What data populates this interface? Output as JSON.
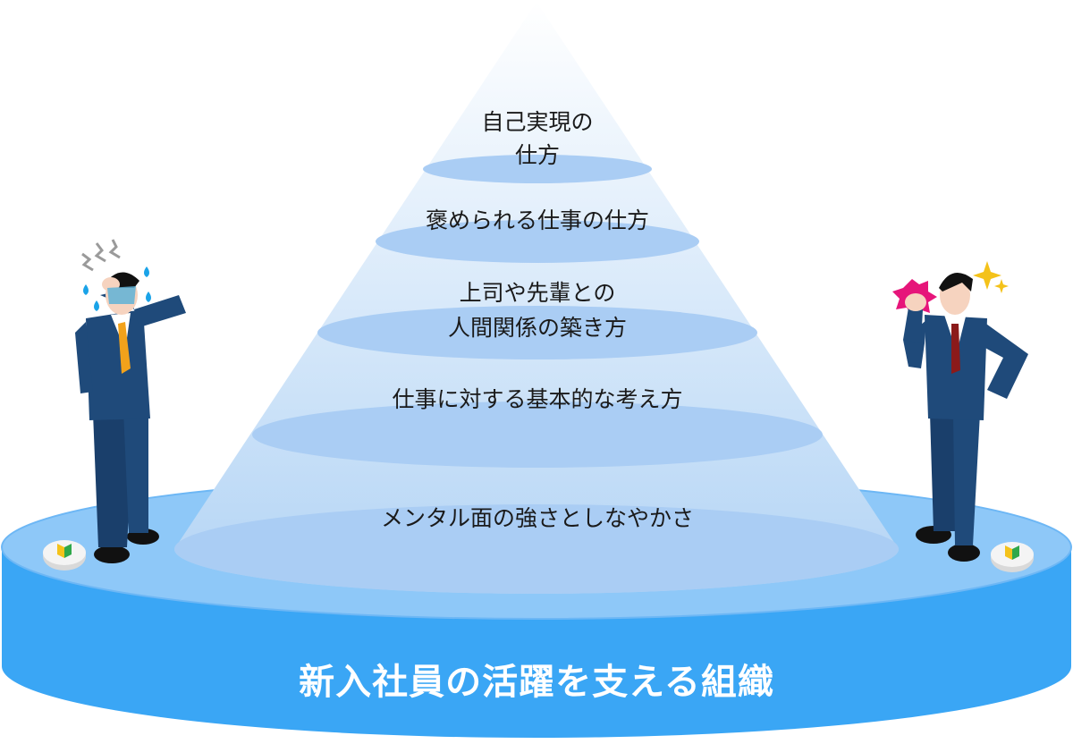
{
  "pyramid": {
    "layers": [
      {
        "lines": [
          "自己実現の",
          "仕方"
        ]
      },
      {
        "lines": [
          "褒められる仕事の仕方"
        ]
      },
      {
        "lines": [
          "上司や先輩との",
          "人間関係の築き方"
        ]
      },
      {
        "lines": [
          "仕事に対する基本的な考え方"
        ]
      },
      {
        "lines": [
          "メンタル面の強さとしなやかさ"
        ]
      }
    ]
  },
  "base": {
    "title": "新入社員の活躍を支える組織"
  },
  "colors": {
    "pyramid_top": "#ffffff",
    "pyramid_bottom": "#b3d4f5",
    "band": "#aacdf4",
    "platform_top": "#8ec8f8",
    "platform_side": "#3aa6f5",
    "suit": "#1f4a7a",
    "shirt": "#ffffff",
    "tie_left": "#f2a21b",
    "tie_right": "#8b1a1a",
    "skin": "#f6d3bf",
    "hair": "#111111",
    "sweat": "#1aa3e8",
    "burst": "#e6157a",
    "sparkle": "#f4c21a"
  },
  "figures": {
    "left": {
      "icon": "stressed-businessman-icon"
    },
    "right": {
      "icon": "confident-businessman-icon"
    },
    "badge_icon": "beginner-mark-icon"
  }
}
